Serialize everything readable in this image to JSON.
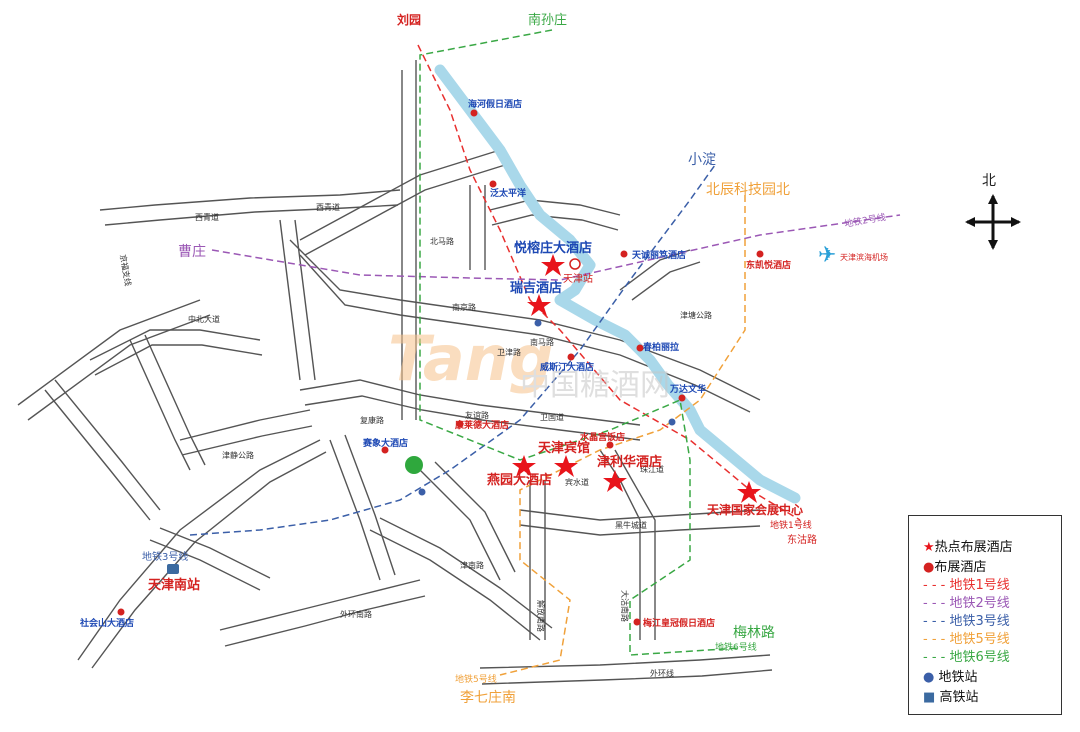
{
  "colors": {
    "road": "#555555",
    "river": "#a9d8ea",
    "line1": "#e8302f",
    "line2": "#9b58b5",
    "line3": "#3b5fa8",
    "line5": "#f0a13a",
    "line6": "#3aa845",
    "hot_hotel": "#e8141b",
    "hotel_blue": "#1d48b4",
    "hotel_red": "#d42220"
  },
  "terminals": {
    "liuyuan": "刘园",
    "nansunzhuang": "南孙庄",
    "xiaodian": "小淀",
    "beichen": "北辰科技园北",
    "caozhuang": "曹庄",
    "meilinlu": "梅林路",
    "liqizhuangnan": "李七庄南"
  },
  "line_labels": {
    "line2": "地铁2号线",
    "line1": "地铁1号线",
    "line1_end": "东沽路",
    "line3": "地铁3号线",
    "line5": "地铁5号线",
    "line6": "地铁6号线"
  },
  "hot_hotels": {
    "yuerongzhuang": "悦榕庄大酒店",
    "ruiji": "瑞吉酒店",
    "tianjinbinguan": "天津宾馆",
    "yanyuan": "燕园大酒店",
    "jinlihua": "津利华酒店",
    "exhibition": "天津国家会展中心"
  },
  "hotels": {
    "haihe": "海河假日酒店",
    "fantaipingyang": "泛太平洋",
    "tiancheng": "天诚丽笃酒店",
    "dongkaiyue": "东凯悦酒店",
    "chunbai": "春柏丽拉",
    "weisiting": "威斯汀大酒店",
    "wanda": "万达文华",
    "kanglaide": "康莱德大酒店",
    "shuijing": "水晶宫饭店",
    "saixiang": "赛象大酒店",
    "meijiang": "梅江皇冠假日酒店",
    "shehuishan": "社会山大酒店"
  },
  "stations": {
    "tianjin": "天津站",
    "tianjin_nan": "天津南站",
    "airport": "天津滨海机场"
  },
  "roads": {
    "xiqing": "西青道",
    "jingfu": "京福支线",
    "jinjing": "津静公路",
    "zhongbei": "中北大道",
    "waihuan": "外环线",
    "waihuan2": "外环南路",
    "beima": "北马路",
    "nanjing": "南京路",
    "weijin": "卫津路",
    "jiefang": "解放南路",
    "dagu": "大沽南路",
    "nanma": "南马路",
    "jintang": "津塘公路",
    "heiniucheng": "黑牛城道",
    "zhujiang": "珠江道",
    "weiguo": "卫国道",
    "fukang": "复康路",
    "youyi": "友谊路",
    "binshui": "宾水道",
    "jinnan": "津南路"
  },
  "watermark": {
    "logo": "Tang",
    "text": "中国糖酒网"
  },
  "compass": {
    "north": "北"
  },
  "legend": {
    "hot": "热点布展酒店",
    "hotel": "布展酒店",
    "l1": "地铁1号线",
    "l2": "地铁2号线",
    "l3": "地铁3号线",
    "l5": "地铁5号线",
    "l6": "地铁6号线",
    "metro": "地铁站",
    "hsr": "高铁站"
  }
}
